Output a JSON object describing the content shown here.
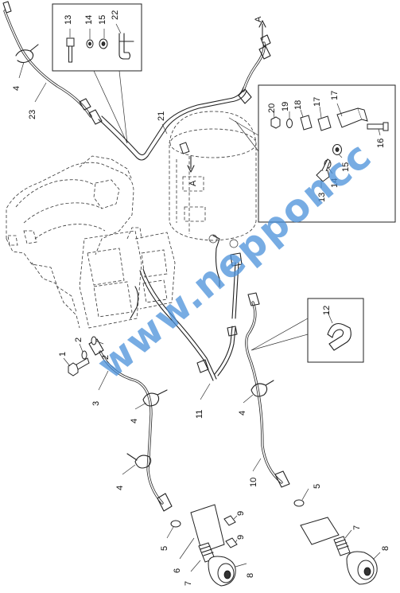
{
  "callouts": {
    "c1": "1",
    "c2a": "2",
    "c2b": "2",
    "c3": "3",
    "c4a": "4",
    "c4b": "4",
    "c4c": "4",
    "c4d": "4",
    "c5a": "5",
    "c5b": "5",
    "c6": "6",
    "c7a": "7",
    "c7b": "7",
    "c8a": "8",
    "c8b": "8",
    "c9a": "9",
    "c9b": "9",
    "c10": "10",
    "c11": "11",
    "c12": "12",
    "c13a": "13",
    "c13b": "13",
    "c14a": "14",
    "c14b": "14",
    "c15a": "15",
    "c15b": "15",
    "c16": "16",
    "c17a": "17",
    "c17b": "17",
    "c18": "18",
    "c19": "19",
    "c20": "20",
    "c21": "21",
    "c22": "22",
    "c23": "23",
    "viewA1": "A",
    "viewA2": "A"
  },
  "watermark": "www.nepponcc",
  "colors": {
    "line": "#222222",
    "watermark": "#4a90d9"
  }
}
